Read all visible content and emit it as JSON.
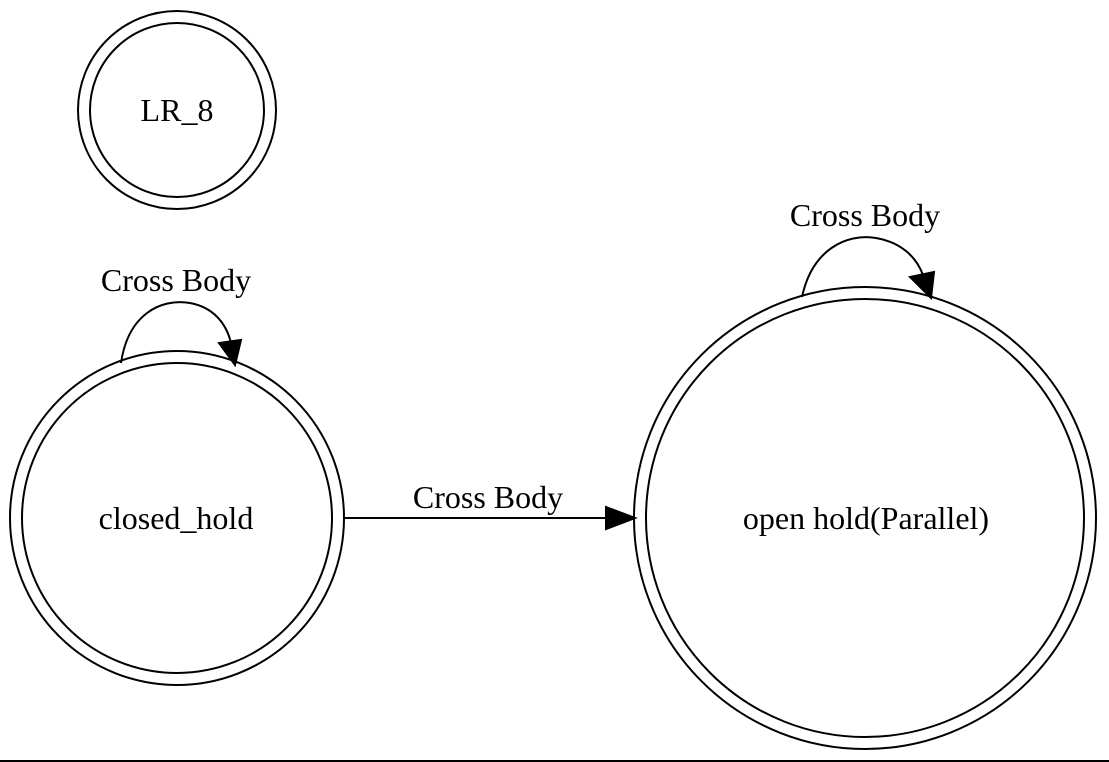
{
  "diagram": {
    "type": "state-machine",
    "nodes": [
      {
        "id": "lr8",
        "label": "LR_8"
      },
      {
        "id": "closed_hold",
        "label": "closed_hold"
      },
      {
        "id": "open_hold",
        "label": "open hold(Parallel)"
      }
    ],
    "edges": [
      {
        "from": "closed_hold",
        "to": "closed_hold",
        "label": "Cross Body"
      },
      {
        "from": "closed_hold",
        "to": "open_hold",
        "label": "Cross Body"
      },
      {
        "from": "open_hold",
        "to": "open_hold",
        "label": "Cross Body"
      }
    ]
  }
}
